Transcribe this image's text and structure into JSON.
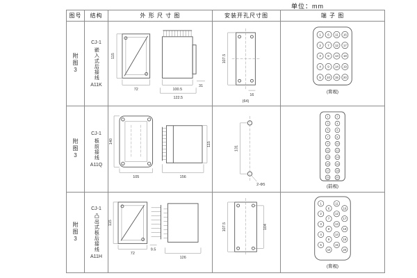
{
  "unit_label": "单位：mm",
  "table": {
    "headers": [
      "图号",
      "结构",
      "外 形 尺 寸 图",
      "安装开孔尺寸图",
      "端 子 图"
    ]
  },
  "rows": [
    {
      "figure_no": "附图3",
      "structure": {
        "model": "CJ-1",
        "name": "嵌入式后接线",
        "code": "A11K"
      },
      "outline": {
        "height": "115",
        "width": "72",
        "body_length": "100.5",
        "total_length": "122.5",
        "flange": "31"
      },
      "install": {
        "height": "107.5",
        "hole_pitch": "16",
        "width": "(64)"
      },
      "terminal": {
        "view_label": "(背视)",
        "numbers": [
          1,
          6,
          11,
          16,
          2,
          7,
          12,
          17,
          3,
          8,
          13,
          18,
          4,
          9,
          14,
          19,
          5,
          10,
          15,
          20
        ]
      }
    },
    {
      "figure_no": "附图3",
      "structure": {
        "model": "CJ-1",
        "name": "板前接线",
        "code": "A11Q"
      },
      "outline": {
        "height": "140",
        "width": "105",
        "length": "156",
        "side_height": "115"
      },
      "install": {
        "hole_distance": "131",
        "holes": "2-Φ5"
      },
      "terminal": {
        "view_label": "(前视)",
        "numbers": [
          1,
          2,
          3,
          4,
          5,
          6,
          7,
          8,
          9,
          10,
          11,
          12,
          13,
          14,
          15,
          16,
          17,
          18,
          19,
          20
        ]
      }
    },
    {
      "figure_no": "附图3",
      "structure": {
        "model": "CJ-1",
        "name": "凸出式板后接线",
        "code": "A11H"
      },
      "outline": {
        "height": "115",
        "width": "72",
        "terminal_pitch": "9.5",
        "length": "126"
      },
      "install": {
        "height": "107.5",
        "width": "104"
      },
      "terminal": {
        "view_label": "(背视)",
        "numbers": [
          1,
          6,
          11,
          16,
          2,
          7,
          12,
          17,
          3,
          8,
          13,
          18,
          4,
          9,
          14,
          19,
          5,
          10,
          15,
          20
        ]
      }
    }
  ]
}
